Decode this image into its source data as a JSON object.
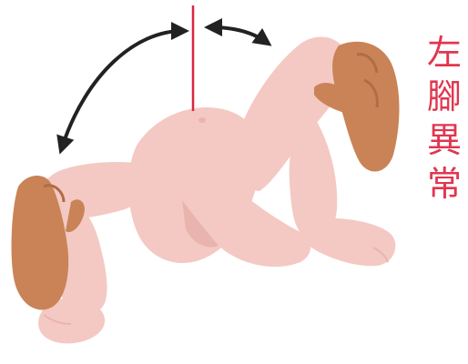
{
  "caption": {
    "text": "左腳異常",
    "chars": [
      "左",
      "腳",
      "異",
      "常"
    ],
    "color": "#e2354f"
  },
  "colors": {
    "skin": "#f4c9c3",
    "skin_shade": "#e9b4ad",
    "hand": "#c98357",
    "hand_shade": "#b06c45",
    "arrow": "#222222",
    "midline": "#d8263f"
  }
}
